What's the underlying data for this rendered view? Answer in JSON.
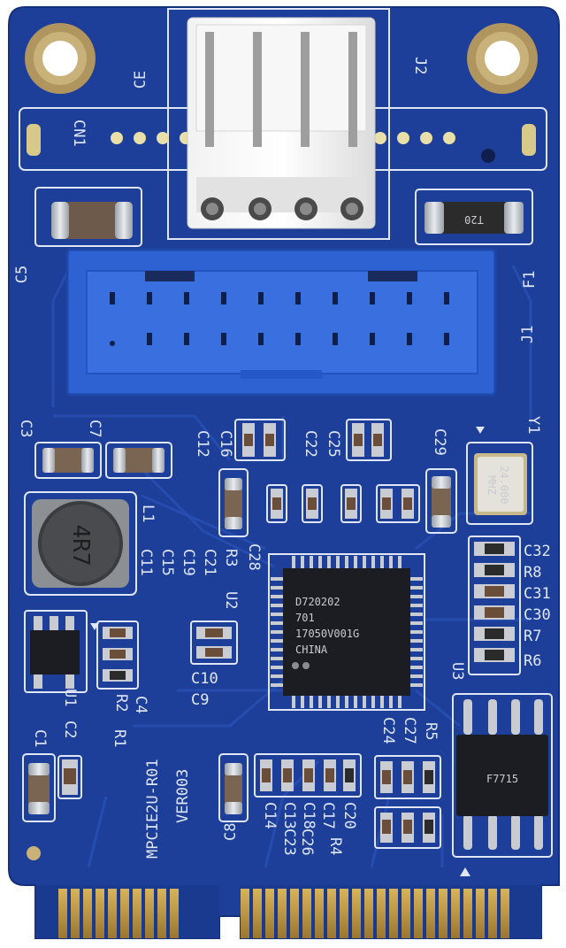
{
  "colors": {
    "pcb": "#1d3f9a",
    "pcb_dark": "#163482",
    "silkscreen": "#dfe6f5",
    "trace": "#2a52b8",
    "gold": "#b9903d",
    "connector_blue": "#2e62d2",
    "chip": "#1b1d22"
  },
  "silkscreen": {
    "ce_mark": "CE",
    "j2": "J2",
    "cn1": "CN1",
    "c5": "C5",
    "f1": "F1",
    "j1": "J1",
    "c3": "C3",
    "c7": "C7",
    "l1": "L1",
    "c12": "C12",
    "c16": "C16",
    "c22": "C22",
    "c25": "C25",
    "c29": "C29",
    "y1": "Y1",
    "c11": "C11",
    "c15": "C15",
    "c19": "C19",
    "c21": "C21",
    "r3": "R3",
    "c28": "C28",
    "c32": "C32",
    "r8": "R8",
    "c31": "C31",
    "c30": "C30",
    "r7": "R7",
    "r6": "R6",
    "u2": "U2",
    "u3": "U3",
    "c10": "C10",
    "c9": "C9",
    "r2": "R2",
    "c4": "C4",
    "r1": "R1",
    "c1": "C1",
    "c2": "C2",
    "u1": "U1",
    "model": "MPCIE2U-R01",
    "version": "VER003",
    "c8": "C8",
    "c24": "C24",
    "c27": "C27",
    "r5": "R5",
    "r4": "R4",
    "c20": "C20",
    "c13": "C13",
    "c18": "C18",
    "c23": "C23",
    "c26": "C26",
    "c17": "C17",
    "c14": "C14",
    "inductor_value": "4R7",
    "fuse_marking": "T20",
    "crystal_line1": "24.000",
    "crystal_line2": "MHZ"
  },
  "chip": {
    "line1": "D720202",
    "line2": "701",
    "line3": "17050V001G",
    "line4": "CHINA"
  },
  "eeprom": {
    "marking": "F7715"
  }
}
